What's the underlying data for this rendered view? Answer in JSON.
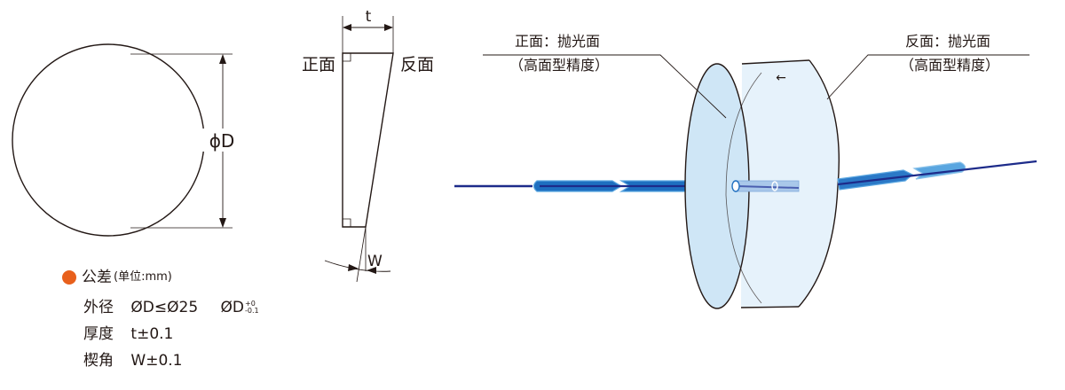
{
  "front_view": {
    "diameter_label": "ϕD"
  },
  "side_view": {
    "thickness_label": "t",
    "front_label": "正面",
    "back_label": "反面",
    "wedge_label": "W"
  },
  "iso_view": {
    "front_surface_label": "正面：抛光面",
    "front_surface_sub": "（高面型精度）",
    "back_surface_label": "反面：抛光面",
    "back_surface_sub": "（高面型精度）",
    "arrow_glyph": "←"
  },
  "tolerance": {
    "title": "公差",
    "unit": "(单位:mm)",
    "rows": [
      {
        "name": "外径",
        "value": "ØD≤Ø25",
        "value2": "ØD",
        "sup_plus": "+0",
        "sup_minus": "-0.1"
      },
      {
        "name": "厚度",
        "value": "t±0.1"
      },
      {
        "name": "楔角",
        "value": "W±0.1"
      }
    ]
  },
  "colors": {
    "line": "#231815",
    "beam_dark": "#1d2b8a",
    "beam_mid": "#1e6fc0",
    "beam_light": "#5aa6e0",
    "glass_face": "#cfe6f6",
    "orange_dot": "#e8601c"
  }
}
